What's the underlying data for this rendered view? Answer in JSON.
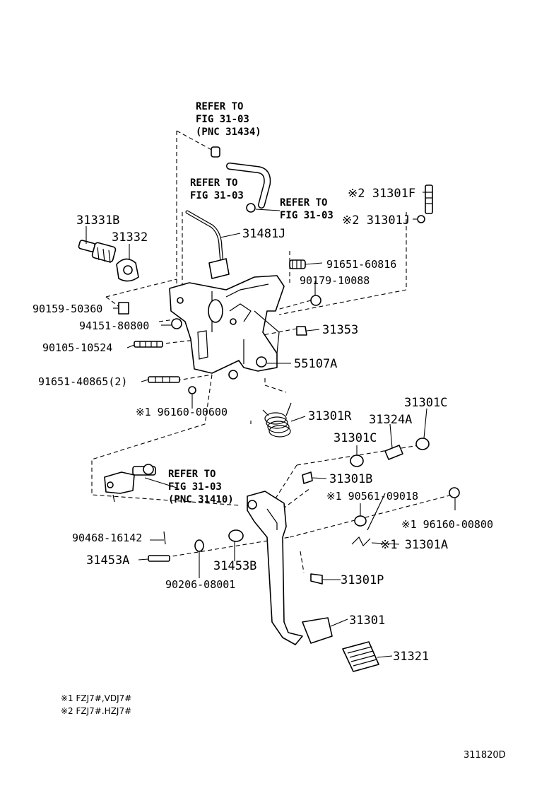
{
  "refs": {
    "r1": [
      "REFER TO",
      "FIG 31-03",
      "(PNC 31434)"
    ],
    "r2": [
      "REFER TO",
      "FIG 31-03"
    ],
    "r3": [
      "REFER TO",
      "FIG 31-03"
    ],
    "r4": [
      "REFER TO",
      "FIG 31-03",
      "(PNC 31410)"
    ]
  },
  "parts": {
    "p31301F": "※2 31301F",
    "p31301J": "※2 31301J",
    "p31331B": "31331B",
    "p31332": "31332",
    "p31481J": "31481J",
    "p91651_60816": "91651-60816",
    "p90179_10088": "90179-10088",
    "p90159_50360": "90159-50360",
    "p94151_80800": "94151-80800",
    "p31353": "31353",
    "p90105_10524": "90105-10524",
    "p55107A": "55107A",
    "p91651_40865": "91651-40865(2)",
    "p96160_00600": "※1 96160-00600",
    "p31301R": "31301R",
    "p31301C_a": "31301C",
    "p31324A": "31324A",
    "p31301C_b": "31301C",
    "p31301B": "31301B",
    "p90561_09018": "※1 90561-09018",
    "p96160_00800": "※1 96160-00800",
    "p90468_16142": "90468-16142",
    "p31301A": "※1 31301A",
    "p31453A": "31453A",
    "p31453B": "31453B",
    "p31301P": "31301P",
    "p90206_08001": "90206-08001",
    "p31301": "31301",
    "p31321": "31321"
  },
  "footnotes": [
    "※1 FZJ7#,VDJ7#",
    "※2 FZJ7#.HZJ7#"
  ],
  "diagram_code": "311820D"
}
